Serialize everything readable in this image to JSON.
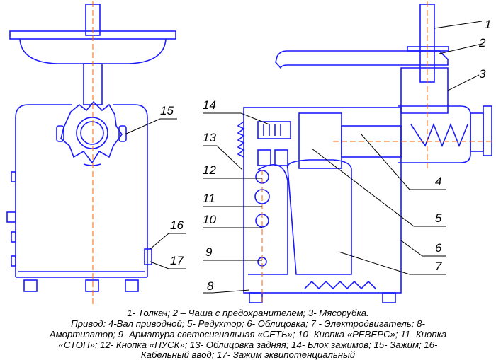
{
  "callouts": {
    "c1": "1",
    "c2": "2",
    "c3": "3",
    "c4": "4",
    "c5": "5",
    "c6": "6",
    "c7": "7",
    "c8": "8",
    "c9": "9",
    "c10": "10",
    "c11": "11",
    "c12": "12",
    "c13": "13",
    "c14": "14",
    "c15": "15",
    "c16": "16",
    "c17": "17"
  },
  "caption": {
    "line1": "1- Толкач; 2 – Чаша с предохранителем; 3- Мясорубка.",
    "line2": "Привод: 4-Вал приводной; 5- Редуктор; 6- Облицовка; 7 - Электродвигатель;  8-",
    "line3": "Амортизатор; 9- Арматура светосигнальная «СЕТЬ»; 10- Кнопка «РЕВЕРС»; 11- Кнопка",
    "line4": "«СТОП»; 12- Кнопка «ПУСК»; 13- Облицовка задняя; 14- Блок зажимов; 15- Зажим; 16-",
    "line5": "Кабельный ввод; 17- Зажим эквипотенциальный"
  },
  "colors": {
    "line": "#1a1aff",
    "axis": "#ff6600",
    "leader": "#000000",
    "text": "#000000"
  }
}
